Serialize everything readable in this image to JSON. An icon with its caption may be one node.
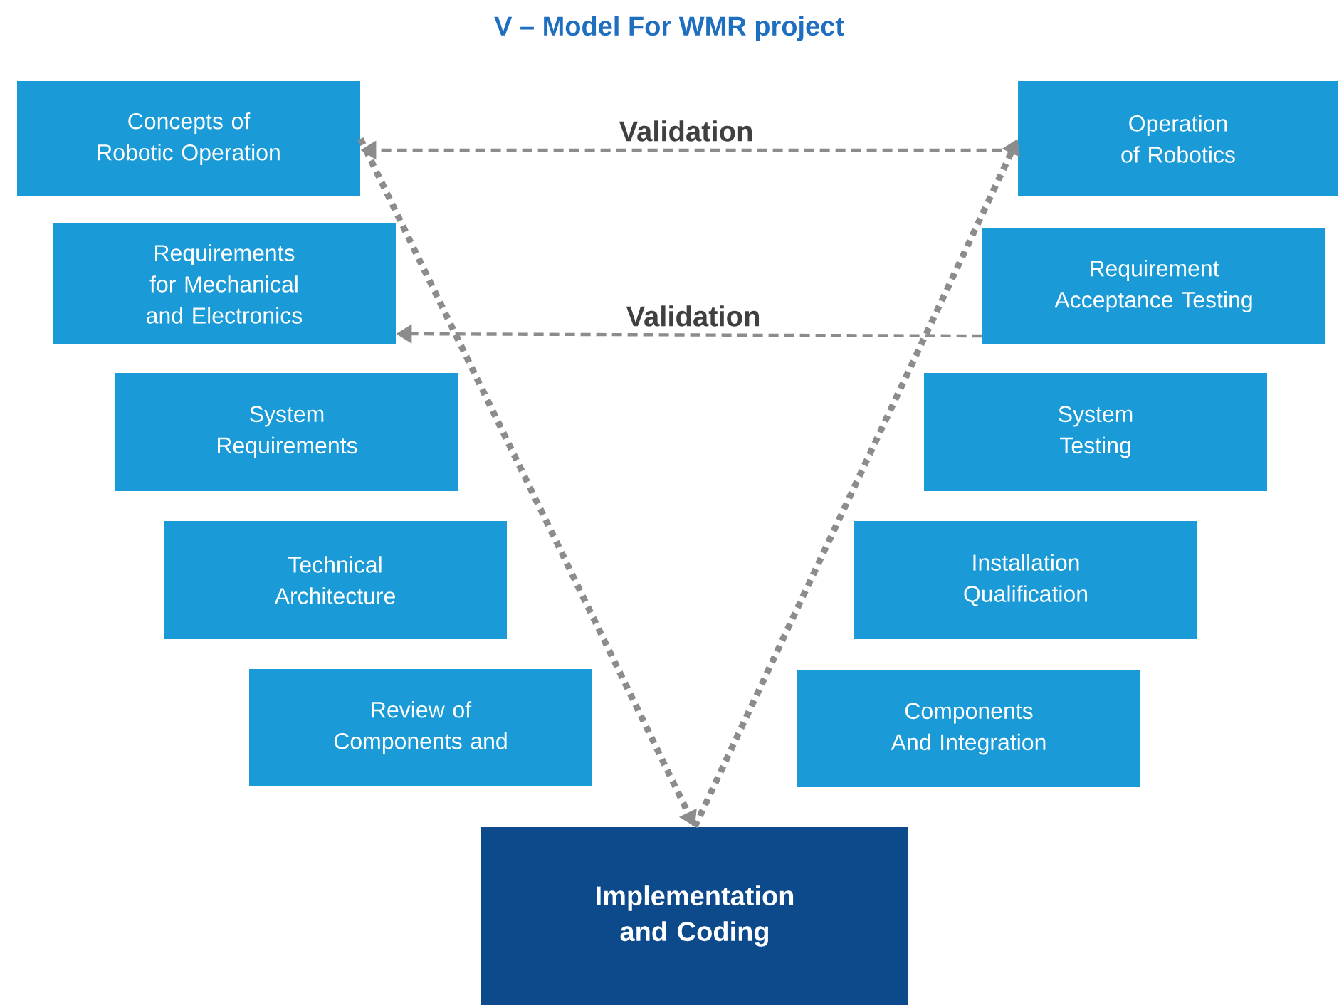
{
  "diagram": {
    "title": "V – Model For WMR project",
    "nodes": [
      {
        "text": [
          "Concepts of Robotic Operation"
        ]
      },
      {
        "text": [
          "Requirements for Mechanical and Electronics"
        ]
      },
      {
        "text": [
          "System Requirements"
        ]
      },
      {
        "text": [
          "Technical Architecture"
        ]
      },
      {
        "text": [
          "Review of Components and"
        ]
      },
      {
        "text": [
          "Operation of Robotics"
        ]
      },
      {
        "text": [
          "Requirement Acceptance Testing"
        ]
      },
      {
        "text": [
          "System Testing"
        ]
      },
      {
        "text": [
          "Installation Qualification"
        ]
      },
      {
        "text": [
          "Components And Integration"
        ]
      },
      {
        "text": [
          "Implementation and Coding"
        ]
      }
    ],
    "edges": [
      {
        "from": 0,
        "to": 10,
        "arrow": "to",
        "style": "dashed"
      },
      {
        "from": 10,
        "to": 5,
        "arrow": "to",
        "style": "dashed"
      },
      {
        "from": 5,
        "to": 0,
        "arrow": "to",
        "style": "dashed",
        "label": "Validation"
      },
      {
        "from": 6,
        "to": 1,
        "arrow": "to",
        "style": "dashed",
        "label": "Validation"
      }
    ]
  }
}
